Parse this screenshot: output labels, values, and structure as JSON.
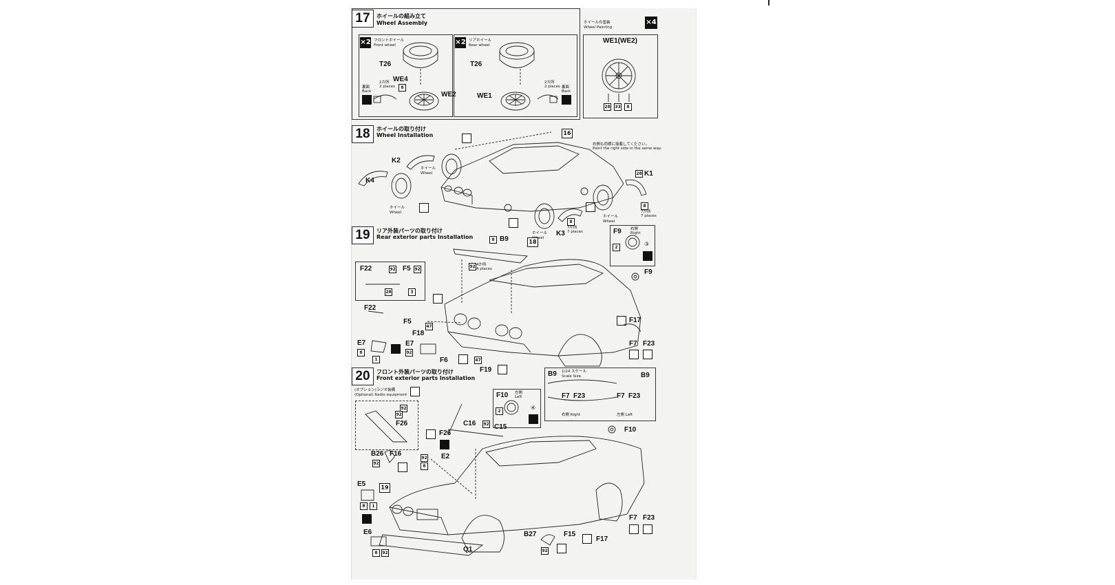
{
  "steps": {
    "s17": {
      "num": "17",
      "jp": "ホイールの組み立て",
      "en": "Wheel Assembly",
      "front": {
        "mult": "×2",
        "jp": "フロントホイール",
        "en": "Front wheel"
      },
      "rear": {
        "mult": "×2",
        "jp": "リアホイール",
        "en": "Rear wheel"
      },
      "labels": {
        "t26a": "T26",
        "t26b": "T26",
        "we4": "WE4",
        "we2": "WE2",
        "we1": "WE1"
      },
      "back_jp": "裏面",
      "back_en": "Back",
      "two_places_jp": "2カ所",
      "two_places_en": "2 places",
      "paint": {
        "jp": "ホイールの塗装",
        "en": "Wheel Painting",
        "mult": "×4",
        "part": "WE1(WE2)",
        "c1": "28",
        "c2": "33",
        "c3": "8"
      }
    },
    "s18": {
      "num": "18",
      "jp": "ホイールの取り付け",
      "en": "Wheel Installation",
      "note_jp": "右側も同様に接着してください。",
      "note_en": "Paint the right side in the same way.",
      "ref": "16",
      "k1": "K1",
      "k2": "K2",
      "k3": "K3",
      "k4": "K4",
      "wheel_jp": "ホイール",
      "wheel_en": "Wheel",
      "c28": "28",
      "c8": "8",
      "seven_jp": "7か所",
      "seven_en": "7 places"
    },
    "s19": {
      "num": "19",
      "jp": "リア外装パーツの取り付け",
      "en": "Rear exterior parts Installation",
      "ref": "18",
      "b9": "B9",
      "c8": "8",
      "c92": "92",
      "four_jp": "4か所",
      "four_en": "4 places",
      "inset": {
        "f22": "F22",
        "c92a": "92",
        "f5": "F5",
        "c92b": "92",
        "c28": "28",
        "c3": "3"
      },
      "right": {
        "f9": "F9",
        "jp": "右側",
        "en": "Right",
        "c2": "2",
        "c3": "③"
      },
      "f9b": "F9",
      "f22": "F22",
      "f5": "F5",
      "c47a": "47",
      "f18": "F18",
      "e7a": "E7",
      "e7b": "E7",
      "c1": "1",
      "c92c": "92",
      "f6": "F6",
      "c47b": "47",
      "f19": "F19",
      "f17": "F17",
      "f7": "F7",
      "f23": "F23"
    },
    "s20": {
      "num": "20",
      "jp": "フロント外装パーツの取り付け",
      "en": "Front exterior parts Installation",
      "opt_jp": "(オプション)ラジオ装備",
      "opt_en": "(Optional) Radio equipment",
      "c92a": "92",
      "c92b": "92",
      "f26a": "F26",
      "f26b": "F26",
      "left": {
        "f10": "F10",
        "jp": "左側",
        "en": "Left",
        "c2": "2",
        "c4": "④"
      },
      "scale": {
        "b9a": "B9",
        "jp": "1/24 スケール",
        "en": "Scale Size.",
        "b9b": "B9",
        "f7a": "F7",
        "f23a": "F23",
        "f7b": "F7",
        "f23b": "F23",
        "right": "右側 Right",
        "left": "左側 Left"
      },
      "c16": "C16",
      "c92c": "92",
      "c15": "C15",
      "f10": "F10",
      "b26": "B26",
      "f16": "F16",
      "c92d": "92",
      "e2": "E2",
      "c92e": "92",
      "c8a": "8",
      "ref19": "19",
      "e5": "E5",
      "c8b": "8",
      "c1": "1",
      "e6": "E6",
      "c8c": "8",
      "c92f": "92",
      "b27": "B27",
      "f15": "F15",
      "c92g": "92",
      "f17": "F17",
      "q1": "Q1",
      "f7": "F7",
      "f23": "F23"
    }
  }
}
